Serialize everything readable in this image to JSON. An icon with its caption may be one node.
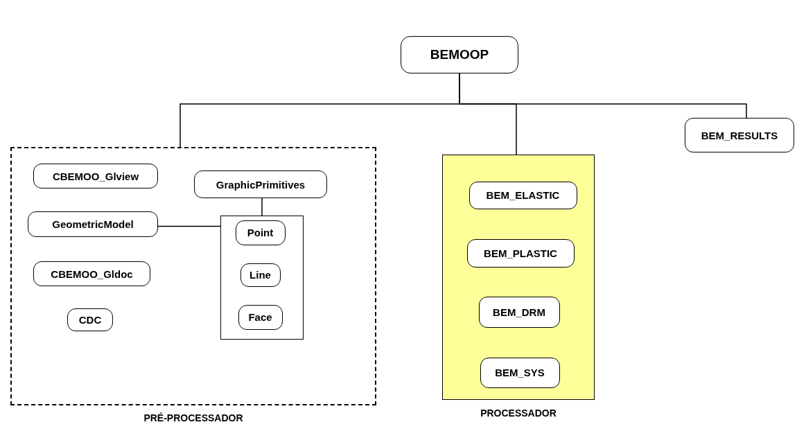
{
  "diagram": {
    "nodes": [
      {
        "text": [
          "BEMOOP"
        ]
      },
      {
        "text": [
          "PRÉ-PROCESSADOR"
        ]
      },
      {
        "text": [
          "CBEMOO_Glview"
        ],
        "in": 1
      },
      {
        "text": [
          "GraphicPrimitives"
        ],
        "in": 1
      },
      {
        "text": [
          "GeometricModel"
        ],
        "in": 1
      },
      {
        "text": [],
        "shape": "box",
        "in": 1
      },
      {
        "text": [
          "Point"
        ],
        "in": 5
      },
      {
        "text": [
          "Line"
        ],
        "in": 5
      },
      {
        "text": [
          "Face"
        ],
        "in": 5
      },
      {
        "text": [
          "CBEMOO_Gldoc"
        ],
        "in": 1
      },
      {
        "text": [
          "CDC"
        ],
        "in": 1
      },
      {
        "text": [
          "PROCESSADOR"
        ]
      },
      {
        "text": [
          "BEM_ELASTIC"
        ],
        "in": 11
      },
      {
        "text": [
          "BEM_PLASTIC"
        ],
        "in": 11
      },
      {
        "text": [
          "BEM_DRM"
        ],
        "in": 11
      },
      {
        "text": [
          "BEM_SYS"
        ],
        "in": 11
      },
      {
        "text": [
          "BEM_RESULTS"
        ]
      }
    ],
    "edges": [
      {
        "from": 0,
        "to": 1,
        "arrow": "none"
      },
      {
        "from": 0,
        "to": 11,
        "arrow": "none"
      },
      {
        "from": 0,
        "to": 16,
        "arrow": "none"
      },
      {
        "from": 3,
        "to": 5,
        "arrow": "none"
      },
      {
        "from": 4,
        "to": 5,
        "arrow": "none"
      }
    ]
  }
}
